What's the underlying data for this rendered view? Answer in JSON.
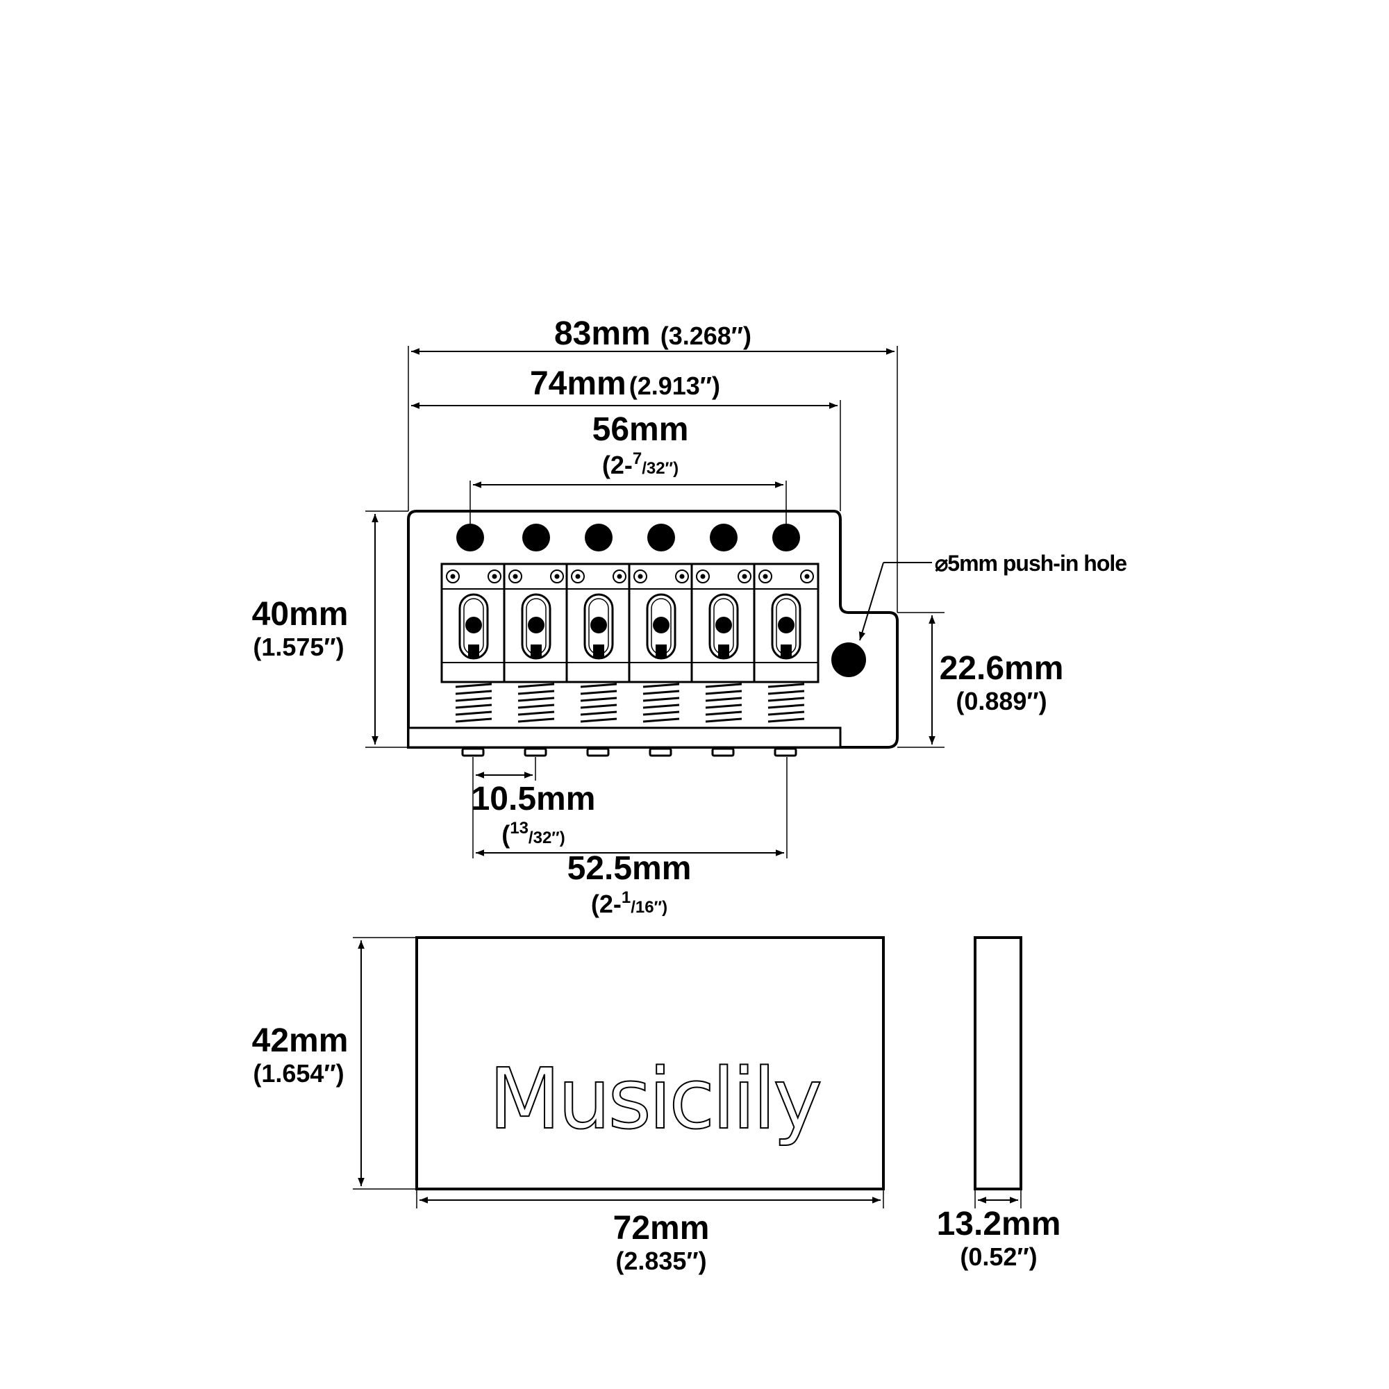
{
  "bridge": {
    "overall_width": {
      "mm": "83mm",
      "inch": "(3.268″)"
    },
    "plate_width": {
      "mm": "74mm",
      "inch": "(2.913″)"
    },
    "mount_spacing": {
      "mm": "56mm",
      "inch_prefix": "(2-",
      "inch_num": "7",
      "inch_den": "/32″)"
    },
    "height": {
      "mm": "40mm",
      "inch": "(1.575″)"
    },
    "tab_height": {
      "mm": "22.6mm",
      "inch": "(0.889″)"
    },
    "string_spacing": {
      "mm": "10.5mm",
      "inch_prefix": "(",
      "inch_num": "13",
      "inch_den": "/32″)"
    },
    "outer_spacing": {
      "mm": "52.5mm",
      "inch_prefix": "(2-",
      "inch_num": "1",
      "inch_den": "/16″)"
    },
    "push_in_note": "⌀5mm push-in hole"
  },
  "block": {
    "height": {
      "mm": "42mm",
      "inch": "(1.654″)"
    },
    "width": {
      "mm": "72mm",
      "inch": "(2.835″)"
    },
    "depth": {
      "mm": "13.2mm",
      "inch": "(0.52″)"
    },
    "brand": "Musiclily"
  }
}
